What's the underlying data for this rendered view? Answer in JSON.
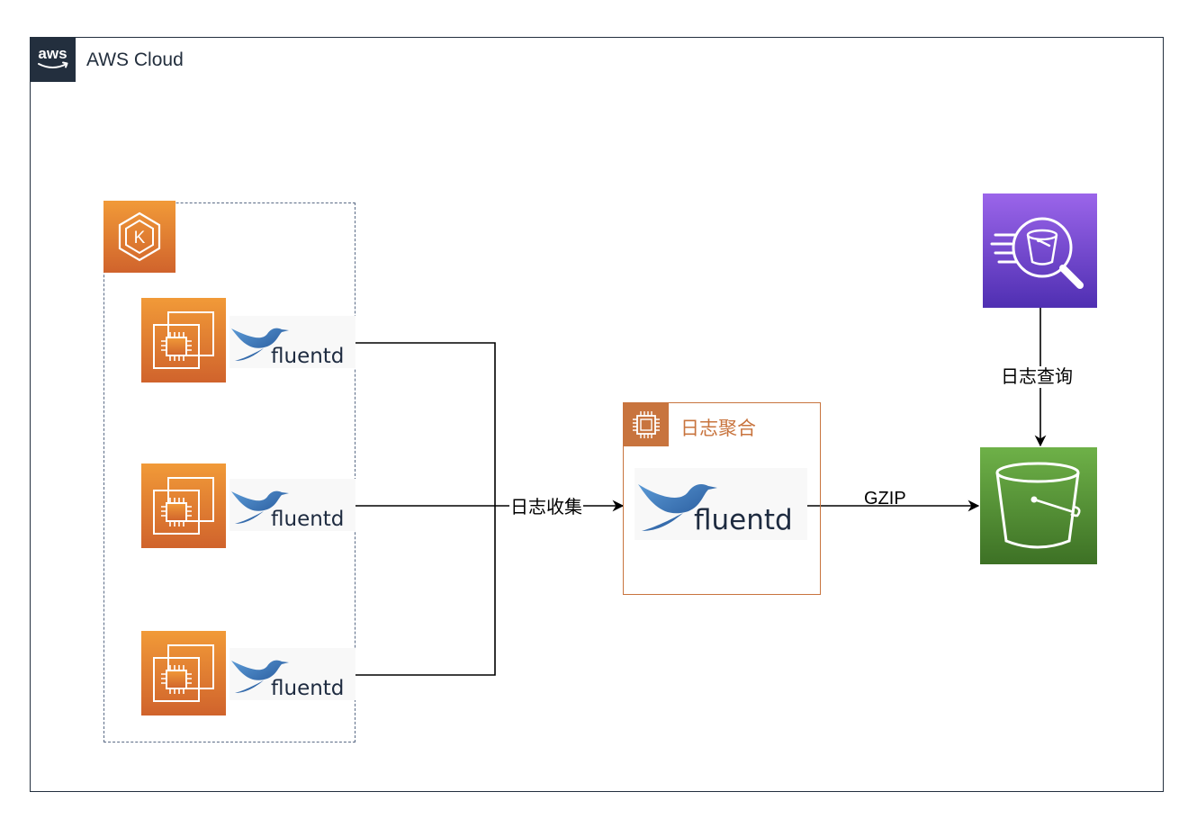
{
  "cloud": {
    "title": "AWS Cloud",
    "logo_text": "aws"
  },
  "eks": {
    "icon": "eks-kubernetes-icon",
    "letter": "K"
  },
  "nodes": [
    {
      "icon": "ec2-instance-icon",
      "agent": "fluentd"
    },
    {
      "icon": "ec2-instance-icon",
      "agent": "fluentd"
    },
    {
      "icon": "ec2-instance-icon",
      "agent": "fluentd"
    }
  ],
  "aggregator": {
    "title": "日志聚合",
    "agent": "fluentd"
  },
  "edges": {
    "collect": "日志收集",
    "gzip": "GZIP",
    "query": "日志查询"
  },
  "services": {
    "athena": {
      "icon": "athena-search-bucket-icon"
    },
    "s3": {
      "icon": "s3-bucket-icon"
    }
  },
  "colors": {
    "aws_dark": "#232f3e",
    "ec2_orange_top": "#f19a38",
    "ec2_orange_bottom": "#d0632c",
    "aggregator_border": "#c8743e",
    "athena_top": "#9b65ea",
    "athena_bottom": "#4f2fb2",
    "s3_top": "#6eb148",
    "s3_bottom": "#3d7125",
    "fluentd_blue": "#2b61a7",
    "fluentd_text": "#1e2b40"
  }
}
